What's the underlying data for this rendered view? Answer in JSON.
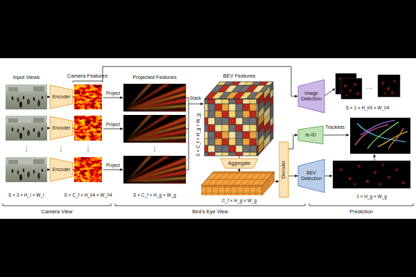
{
  "diagram": {
    "nodes": [
      {
        "text": [
          "Encoder"
        ]
      },
      {
        "text": [
          "Encoder"
        ]
      },
      {
        "text": [
          "Encoder"
        ]
      },
      {
        "text": [
          "Aggregate"
        ]
      },
      {
        "text": [
          "Decoder"
        ]
      },
      {
        "text": [
          "Image Detection"
        ]
      },
      {
        "text": [
          "re-ID"
        ]
      },
      {
        "text": [
          "BEV Detection"
        ]
      }
    ],
    "edges": [
      {
        "from": 4,
        "to": 6,
        "arrow": "to"
      },
      {
        "from": 4,
        "to": 7,
        "arrow": "to"
      }
    ],
    "labels": [
      "Input Views",
      "⋮",
      "⋮",
      "Camera Features",
      "⋮",
      "Project",
      "Project",
      "Project",
      "Projected Features",
      "⋮",
      "Stack",
      "BEV Features",
      "S × C_f × H_g × W_g",
      "S × 3 × H_I × W_I",
      "S × C_f × H_I/4 × W_I/4",
      "S × C_f × H_g × W_g",
      "C_f × H_g × W_g",
      "…",
      "S × 1 × H_I/4 × W_I/4",
      "Tracklets",
      "1 × H_g × W_g",
      "Camera View",
      "Bird's Eye View",
      "Prediction"
    ]
  }
}
